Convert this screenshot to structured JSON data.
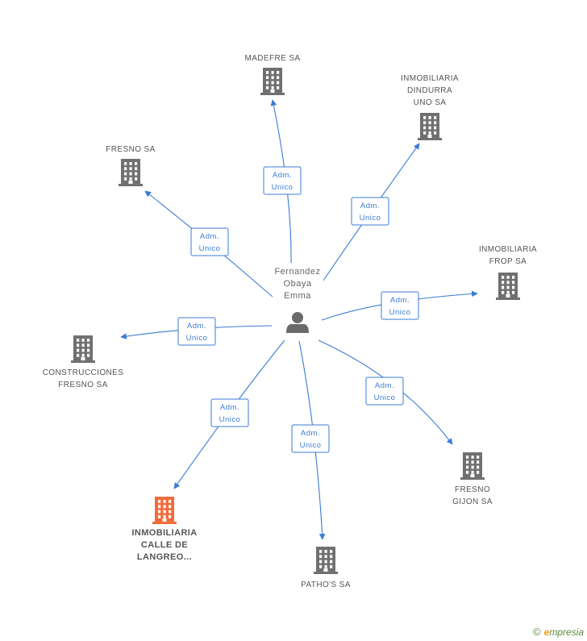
{
  "colors": {
    "edge": "#3a7bd5",
    "building": "#707070",
    "building_highlight": "#f26b3a",
    "person": "#6a6a6a"
  },
  "center": {
    "label_lines": [
      "Fernandez",
      "Obaya",
      "Emma"
    ],
    "icon": "person-icon"
  },
  "companies": [
    {
      "id": "madefre",
      "label_lines": [
        "MADEFRE SA"
      ],
      "icon": "building-icon",
      "highlight": false
    },
    {
      "id": "dindurra",
      "label_lines": [
        "INMOBILIARIA",
        "DINDURRA",
        "UNO SA"
      ],
      "icon": "building-icon",
      "highlight": false
    },
    {
      "id": "fresno",
      "label_lines": [
        "FRESNO SA"
      ],
      "icon": "building-icon",
      "highlight": false
    },
    {
      "id": "frop",
      "label_lines": [
        "INMOBILIARIA",
        "FROP SA"
      ],
      "icon": "building-icon",
      "highlight": false
    },
    {
      "id": "construcciones",
      "label_lines": [
        "CONSTRUCCIONES",
        "FRESNO SA"
      ],
      "icon": "building-icon",
      "highlight": false
    },
    {
      "id": "gijon",
      "label_lines": [
        "FRESNO",
        "GIJON SA"
      ],
      "icon": "building-icon",
      "highlight": false
    },
    {
      "id": "langreo",
      "label_lines": [
        "INMOBILIARIA",
        "CALLE DE",
        "LANGREO..."
      ],
      "icon": "building-icon",
      "highlight": true
    },
    {
      "id": "pathos",
      "label_lines": [
        "PATHO'S SA"
      ],
      "icon": "building-icon",
      "highlight": false
    }
  ],
  "edges": [
    {
      "to": "madefre",
      "label_lines": [
        "Adm.",
        "Unico"
      ]
    },
    {
      "to": "dindurra",
      "label_lines": [
        "Adm.",
        "Unico"
      ]
    },
    {
      "to": "fresno",
      "label_lines": [
        "Adm.",
        "Unico"
      ]
    },
    {
      "to": "frop",
      "label_lines": [
        "Adm.",
        "Unico"
      ]
    },
    {
      "to": "construcciones",
      "label_lines": [
        "Adm.",
        "Unico"
      ]
    },
    {
      "to": "gijon",
      "label_lines": [
        "Adm.",
        "Unico"
      ]
    },
    {
      "to": "langreo",
      "label_lines": [
        "Adm.",
        "Unico"
      ]
    },
    {
      "to": "pathos",
      "label_lines": [
        "Adm.",
        "Unico"
      ]
    }
  ],
  "footer": {
    "copyright_symbol": "©",
    "brand_initial": "e",
    "brand_rest": "mpresia"
  }
}
